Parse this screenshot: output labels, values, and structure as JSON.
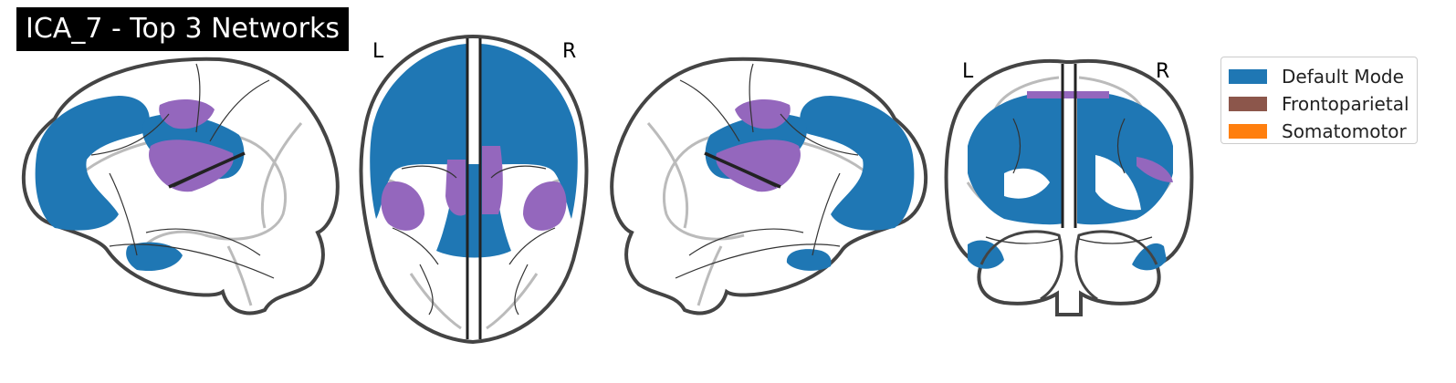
{
  "title": "ICA_7 - Top 3 Networks",
  "views": {
    "axial": {
      "left_label": "L",
      "right_label": "R"
    },
    "coronal": {
      "left_label": "L",
      "right_label": "R"
    }
  },
  "legend": {
    "items": [
      {
        "label": "Default Mode",
        "color": "#1f77b4"
      },
      {
        "label": "Frontoparietal",
        "color": "#8c564b"
      },
      {
        "label": "Somatomotor",
        "color": "#ff7f0e"
      }
    ]
  },
  "colors": {
    "default_mode": "#1f77b4",
    "overlap_purple": "#9467bd",
    "outline": "#444444",
    "inner_contour": "#bbbbbb"
  }
}
